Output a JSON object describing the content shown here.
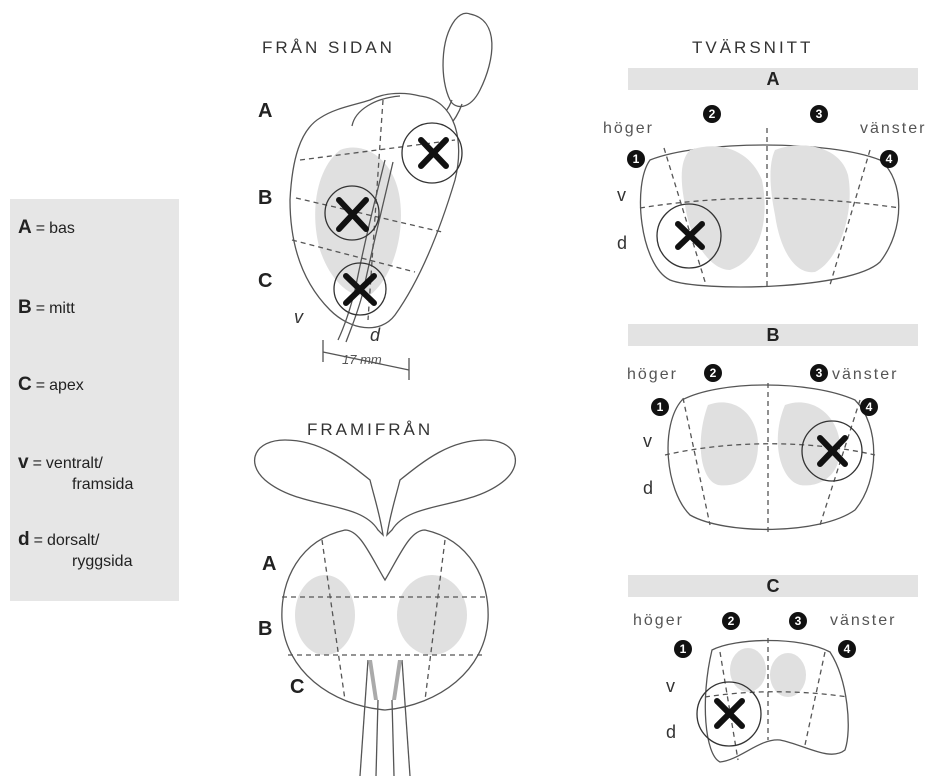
{
  "legend": {
    "items": [
      {
        "key": "A",
        "eq": "=",
        "text": "bas",
        "text2": ""
      },
      {
        "key": "B",
        "eq": "=",
        "text": "mitt",
        "text2": ""
      },
      {
        "key": "C",
        "eq": "=",
        "text": "apex",
        "text2": ""
      },
      {
        "key": "v",
        "eq": "=",
        "text": "ventralt/",
        "text2": "framsida"
      },
      {
        "key": "d",
        "eq": "=",
        "text": "dorsalt/",
        "text2": "ryggsida"
      }
    ]
  },
  "side_view": {
    "title": "FRÅN SIDAN",
    "labels": {
      "a": "A",
      "b": "B",
      "c": "C",
      "v": "v",
      "d": "d"
    },
    "measure": "17 mm"
  },
  "front_view": {
    "title": "FRAMIFRÅN",
    "labels": {
      "a": "A",
      "b": "B",
      "c": "C"
    }
  },
  "cross_section": {
    "title": "TVÄRSNITT",
    "sections": [
      {
        "label": "A",
        "right": "höger",
        "left": "vänster",
        "n1": "1",
        "n2": "2",
        "n3": "3",
        "n4": "4",
        "v": "v",
        "d": "d"
      },
      {
        "label": "B",
        "right": "höger",
        "left": "vänster",
        "n1": "1",
        "n2": "2",
        "n3": "3",
        "n4": "4",
        "v": "v",
        "d": "d"
      },
      {
        "label": "C",
        "right": "höger",
        "left": "vänster",
        "n1": "1",
        "n2": "2",
        "n3": "3",
        "n4": "4",
        "v": "v",
        "d": "d"
      }
    ]
  },
  "colors": {
    "lobe": "#e0e0e0",
    "stroke": "#555555",
    "marker": "#111111",
    "panel": "#e6e6e6"
  }
}
